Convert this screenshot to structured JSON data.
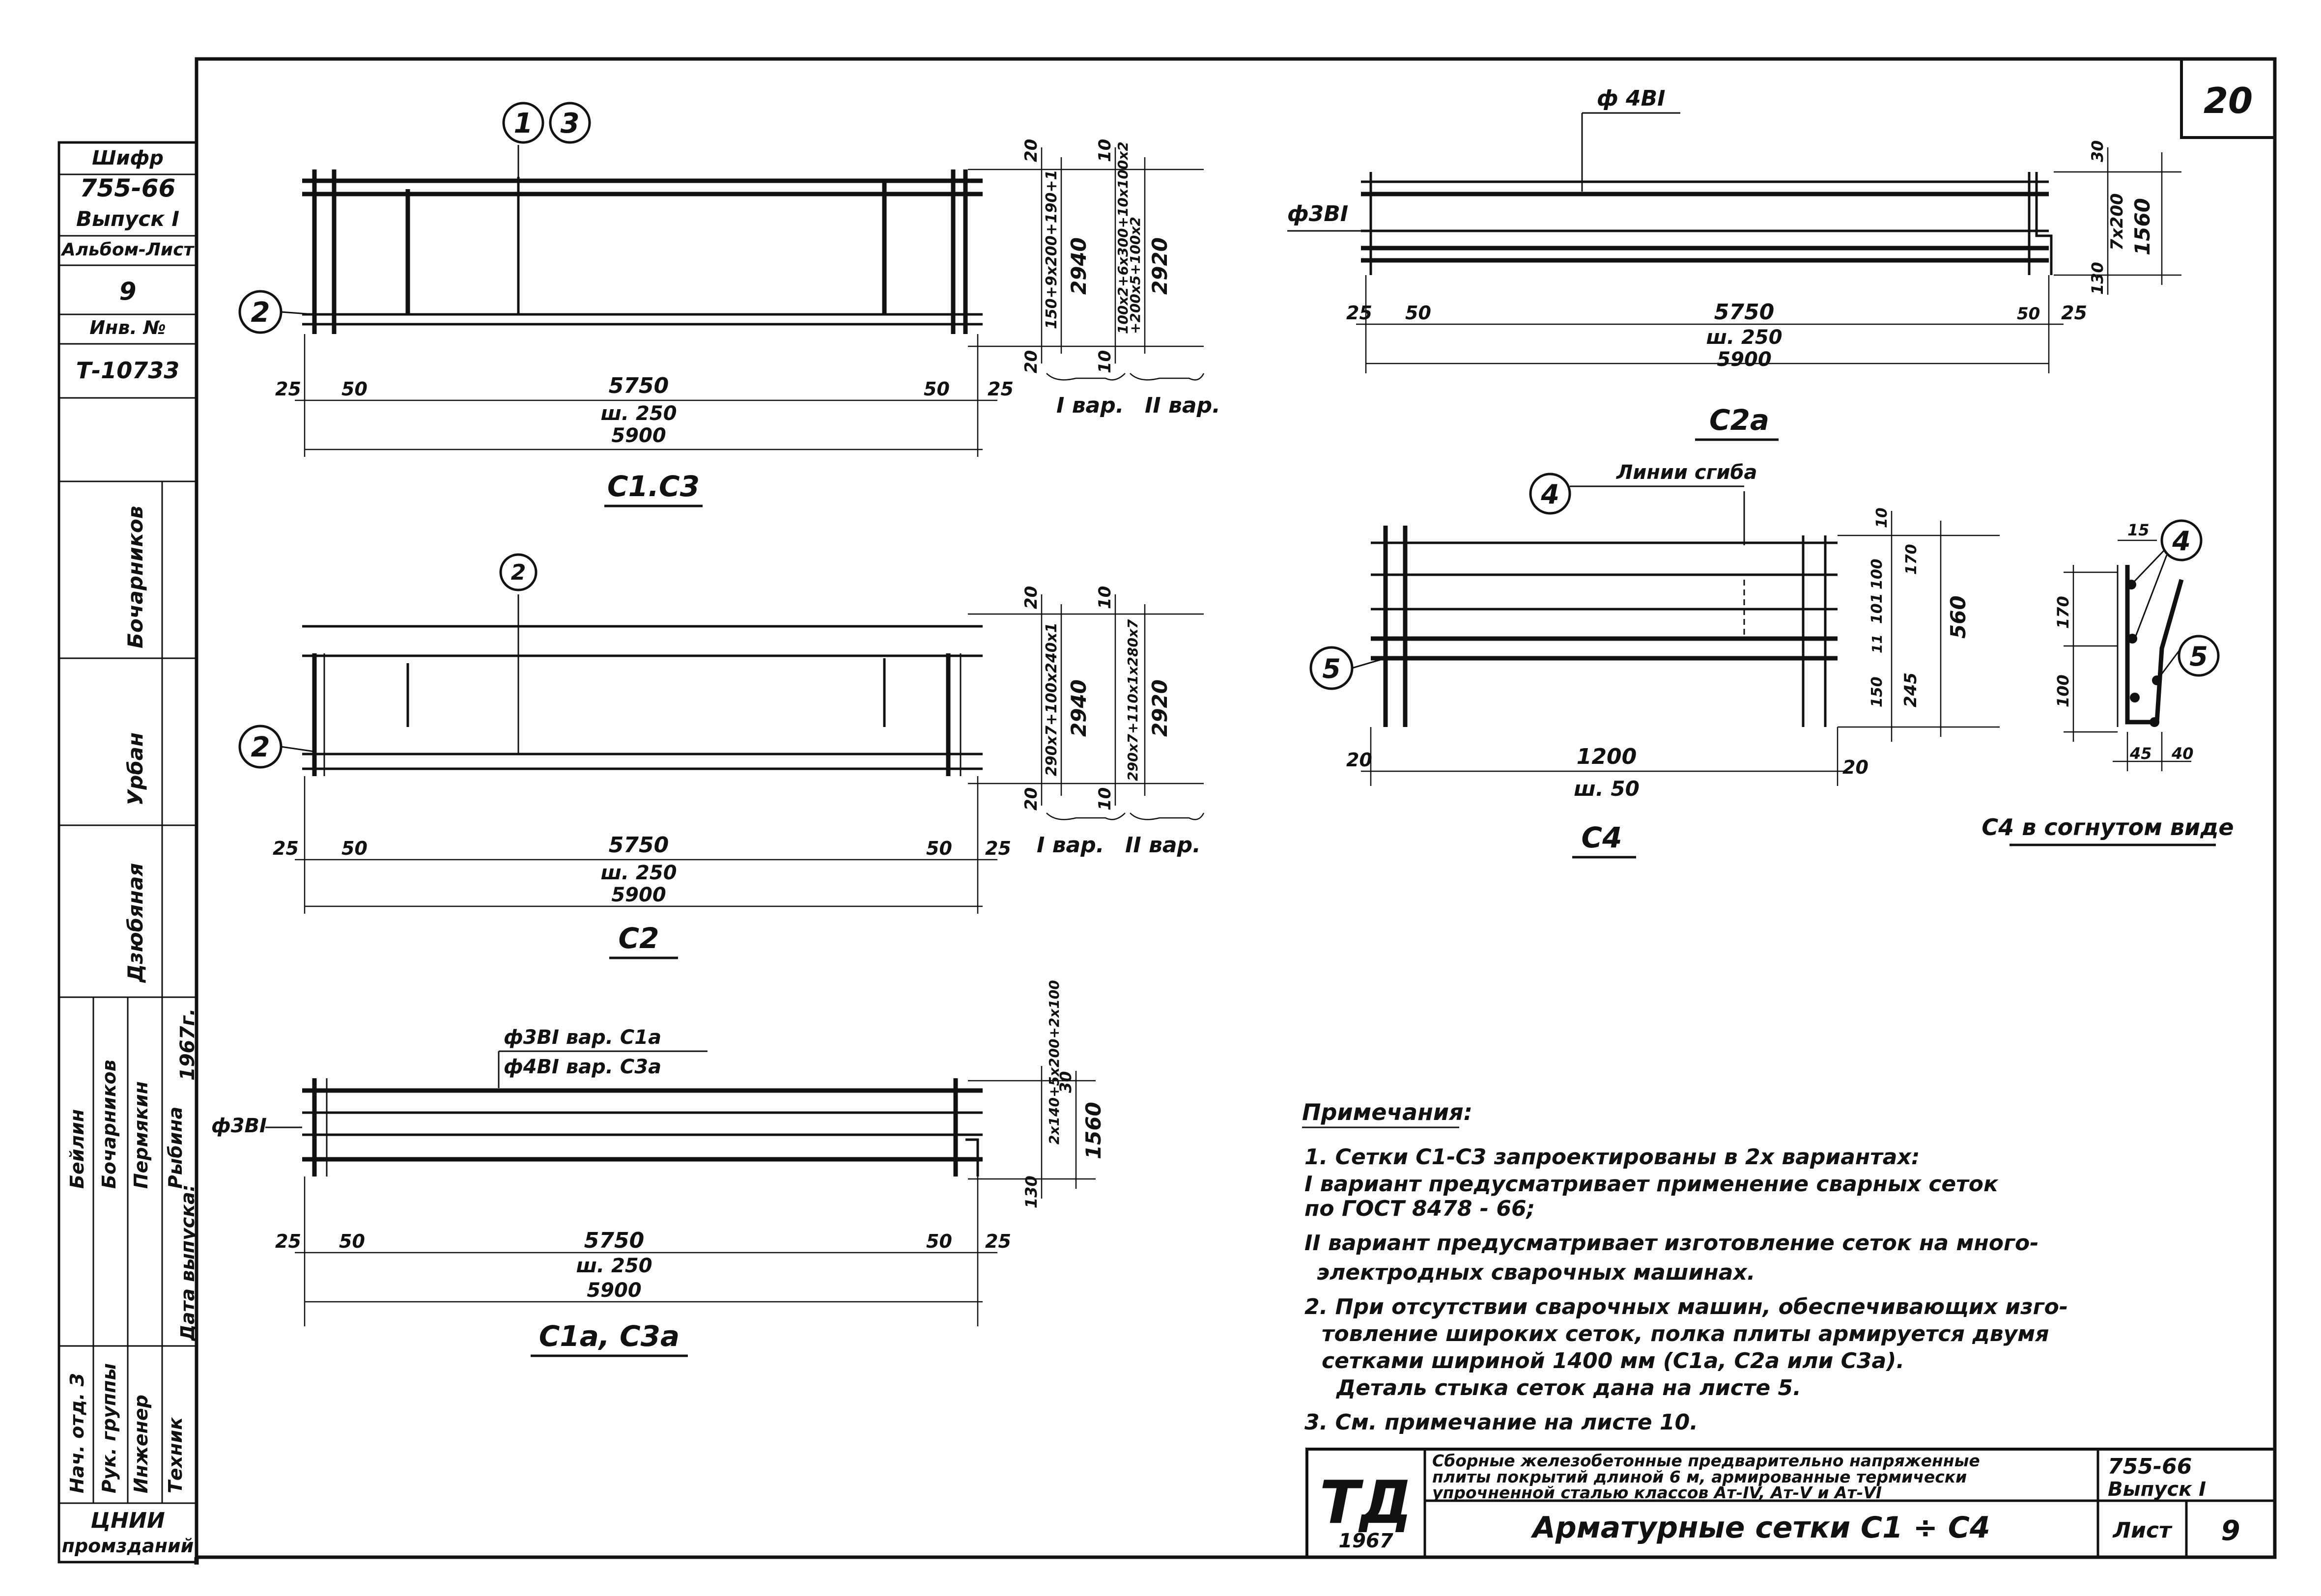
{
  "sheet": {
    "page_number": "20",
    "sheet_number": "9"
  },
  "side_stamp": {
    "code_label": "Шифр",
    "code": "755-66",
    "issue": "Выпуск I",
    "album_label": "Альбом-Лист",
    "album_sheet": "9",
    "inv_label": "Инв. №",
    "inv_number": "Т-10733",
    "names": [
      "Бочарников",
      "Урбан",
      "Дзюбяная"
    ],
    "roles": [
      "Нач. отд. З",
      "Рук. группы",
      "Инженер",
      "Техник",
      "Дата выпуска:"
    ],
    "signers": [
      "Бейлин",
      "Бочарников",
      "Пермякин",
      "Рыбина"
    ],
    "date": "1967г.",
    "org": "ЦНИИ",
    "org2": "промзданий"
  },
  "drawings": {
    "c1c3": {
      "title": "С1.С3",
      "bar_marks": [
        "1",
        "3",
        "2"
      ],
      "dims": {
        "d25": "25",
        "d50": "50",
        "d5750": "5750",
        "step": "ш. 250",
        "total": "5900",
        "d20": "20",
        "d10": "10",
        "h2940": "2940",
        "h2920": "2920",
        "var1_spacing": "150+9x200+190+1",
        "var2_spacing": "100x2+6x300+10x100x2",
        "var2_spacing2": "+200x5+100x2",
        "var1": "I вар.",
        "var2": "II вар."
      }
    },
    "c2": {
      "title": "С2",
      "bar_marks": [
        "2",
        "2"
      ],
      "dims": {
        "d25": "25",
        "d50": "50",
        "d5750": "5750",
        "step": "ш. 250",
        "total": "5900",
        "d20": "20",
        "d10": "10",
        "h2940": "2940",
        "h2920": "2920",
        "var1_spacing": "290x7+100x240x1",
        "var2_spacing": "290x7+110x1x280x7",
        "var1": "I вар.",
        "var2": "II вар."
      }
    },
    "c1a_c3a": {
      "title": "С1а, С3а",
      "callout1": "ф3ВI вар. С1а",
      "callout2": "ф4ВI вар. С3а",
      "left_bar": "ф3ВI",
      "dims": {
        "d25": "25",
        "d50": "50",
        "d5750": "5750",
        "step": "ш. 250",
        "total": "5900",
        "h1560": "1560",
        "d30": "30",
        "d130": "130",
        "spacing": "2x140+5x200+2x100"
      }
    },
    "c2a": {
      "title": "С2а",
      "top_bar": "ф 4ВI",
      "left_bar": "ф3ВI",
      "dims": {
        "d25": "25",
        "d50": "50",
        "d5750": "5750",
        "step": "ш. 250",
        "total": "5900",
        "h1560": "1560",
        "d30": "30",
        "d130": "130",
        "spacing": "7x200"
      }
    },
    "c4": {
      "title": "С4",
      "bend_label": "Линии сгиба",
      "bar_marks": [
        "4",
        "5"
      ],
      "dims": {
        "d1200": "1200",
        "step": "ш. 50",
        "d20": "20",
        "d10": "10",
        "h560": "560",
        "d170": "170",
        "d245": "245",
        "d150": "150",
        "d101": "101",
        "d11": "11",
        "d100": "100"
      }
    },
    "c4_bent": {
      "title": "С4 в согнутом виде",
      "bar_marks": [
        "4",
        "5"
      ],
      "dims": {
        "d15": "15",
        "d170": "170",
        "d100": "100",
        "d45": "45",
        "d40": "40"
      }
    }
  },
  "notes": {
    "heading": "Примечания:",
    "lines": [
      "1. Сетки С1-С3 запроектированы в 2х вариантах:",
      "I вариант предусматривает применение сварных сеток",
      "по ГОСТ 8478 - 66;",
      "II вариант предусматривает изготовление сеток на много-",
      "электродных сварочных машинах.",
      "2. При отсутствии сварочных машин, обеспечивающих изго-",
      "товление широких сеток, полка плиты армируется двумя",
      "сетками шириной 1400 мм (С1а, С2а или С3а).",
      "Деталь стыка сеток дана на листе 5.",
      "3. См. примечание на листе 10."
    ]
  },
  "title_block": {
    "logo": "ТД",
    "year": "1967",
    "description_lines": [
      "Сборные железобетонные предварительно напряженные",
      "плиты покрытий длиной 6 м, армированные термически",
      "упрочненной сталью классов Ат-IV, Ат-V и Ат-VI"
    ],
    "drawing_title": "Арматурные сетки С1 ÷ С4",
    "code": "755-66",
    "issue": "Выпуск I",
    "sheet_label": "Лист",
    "sheet_number": "9"
  }
}
